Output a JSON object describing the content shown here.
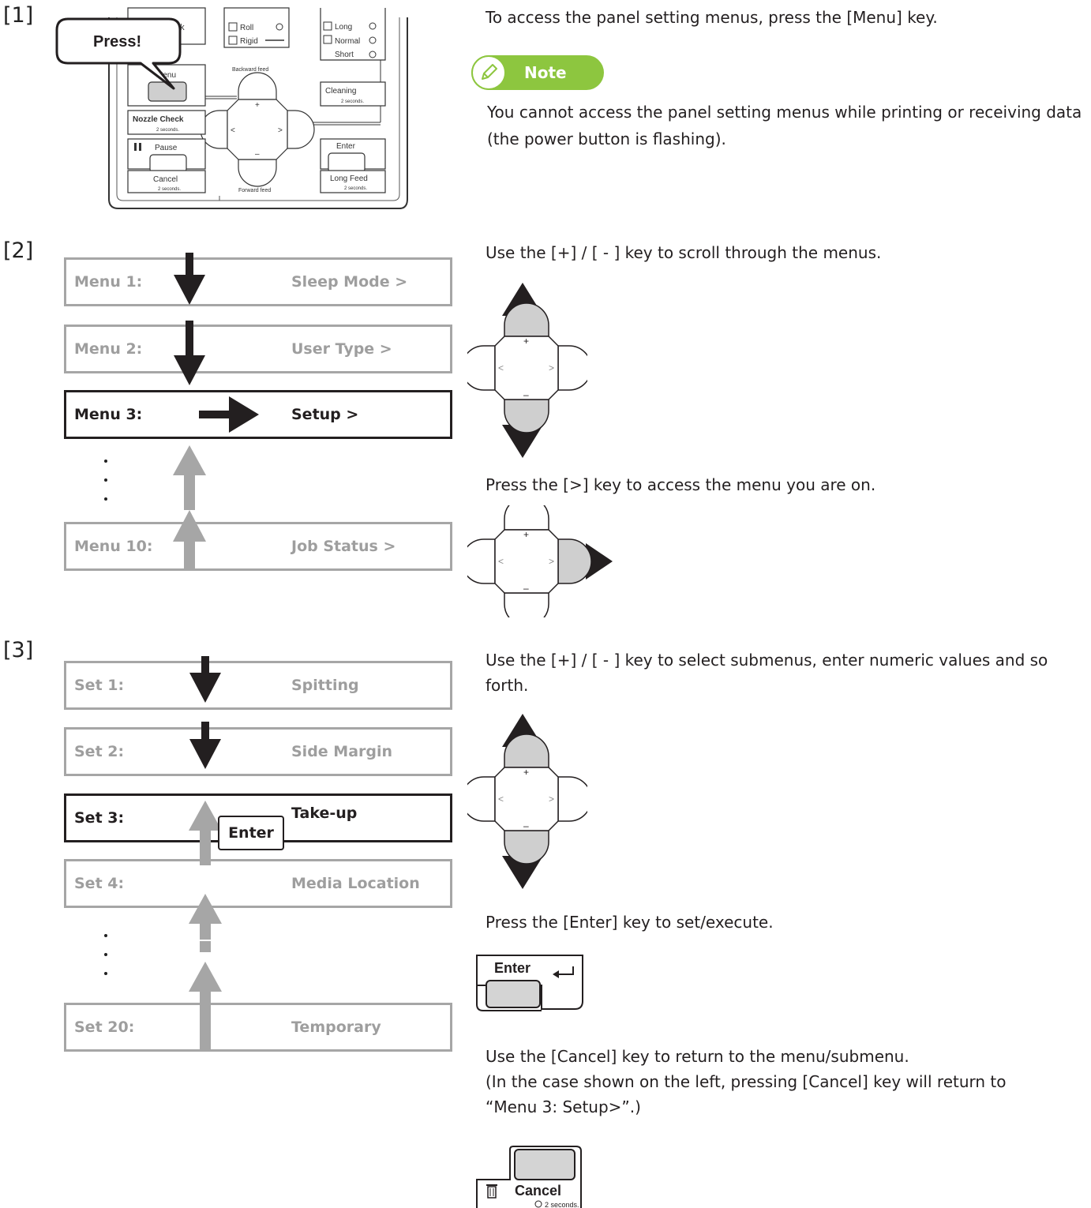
{
  "steps": {
    "s1": "[1]",
    "s2": "[2]",
    "s3": "[3]"
  },
  "panel": {
    "press_bubble": "Press!",
    "ink_fragment": "nk",
    "roll": "Roll",
    "rigid": "Rigid",
    "long": "Long",
    "normal": "Normal",
    "short": "Short",
    "menu": "Menu",
    "backward_feed": "Backward feed",
    "forward_feed": "Forward feed",
    "cleaning": "Cleaning",
    "nozzle_check": "Nozzle Check",
    "pause": "Pause",
    "cancel": "Cancel",
    "enter": "Enter",
    "long_feed": "Long Feed",
    "two_seconds": "2 seconds."
  },
  "text": {
    "step1": "To access the panel setting menus, press the [Menu] key.",
    "note_label": "Note",
    "note_body_1": "You cannot access the panel setting menus while printing or receiving data",
    "note_body_2": "(the power button is flashing).",
    "step2_scroll": "Use the [+] / [ - ] key to scroll through the menus.",
    "step2_access": "Press the [>] key to access the menu you are on.",
    "step3_select_1": "Use the [+] / [ - ] key to select submenus, enter numeric values and so",
    "step3_select_2": "forth.",
    "step3_enter": "Press the [Enter] key to set/execute.",
    "step3_cancel_1": "Use the [Cancel] key to return to the menu/submenu.",
    "step3_cancel_2": "(In the case shown on the left, pressing [Cancel] key will return to",
    "step3_cancel_3": "“Menu 3: Setup>”.)"
  },
  "menus": [
    {
      "label": "Menu 1:",
      "value": "Sleep Mode >",
      "active": false
    },
    {
      "label": "Menu 2:",
      "value": "User Type >",
      "active": false
    },
    {
      "label": "Menu 3:",
      "value": "Setup >",
      "active": true
    },
    {
      "label": "Menu 10:",
      "value": "Job Status >",
      "active": false
    }
  ],
  "sets": [
    {
      "label": "Set 1:",
      "value": "Spitting",
      "active": false
    },
    {
      "label": "Set 2:",
      "value": "Side Margin",
      "active": false
    },
    {
      "label": "Set 3:",
      "value": "Take-up",
      "active": true
    },
    {
      "label": "Set 4:",
      "value": "Media Location",
      "active": false
    },
    {
      "label": "Set 20:",
      "value": "Temporary",
      "active": false
    }
  ],
  "keys": {
    "plus": "+",
    "minus": "–",
    "left": "<",
    "right": ">",
    "enter_tag": "Enter",
    "enter_key": "Enter",
    "cancel_key": "Cancel",
    "two_seconds": "2 seconds."
  },
  "colors": {
    "arrow_dark": "#231f20",
    "arrow_gray": "#a6a6a6",
    "note_green": "#8dc63f"
  }
}
